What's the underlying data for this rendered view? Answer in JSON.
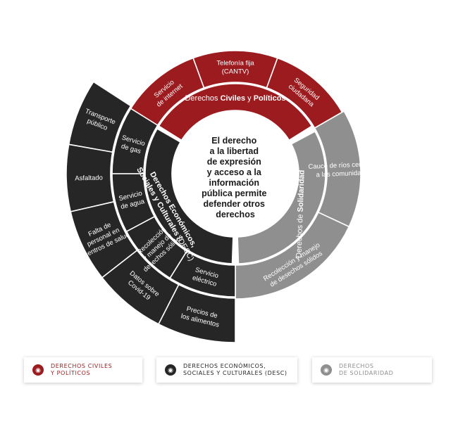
{
  "colors": {
    "red": "#9b1b1f",
    "dark": "#262626",
    "gray": "#8f8f8f",
    "white": "#ffffff"
  },
  "center": {
    "lines": [
      "El derecho",
      "a la libertad",
      "de expresión",
      "y acceso a la",
      "información",
      "pública permite",
      "defender otros",
      "derechos"
    ]
  },
  "rings": {
    "civiles": {
      "prefix": "Derechos ",
      "bold1": "Civiles",
      "mid": " y ",
      "bold2": "Políticos"
    },
    "desc": {
      "line1_bold": "Derechos Económicos,",
      "line2_bold": "Sociales y Culturales",
      "line2_rest": " (DESC)"
    },
    "solidaridad": {
      "prefix": "Derechos de ",
      "bold": "Solidaridad"
    }
  },
  "segments": {
    "civiles": [
      {
        "name": "servicio-internet",
        "lines": [
          "Servicio",
          "de internet"
        ]
      },
      {
        "name": "telefonia-fija",
        "lines": [
          "Telefonía fija",
          "(CANTV)"
        ]
      },
      {
        "name": "seguridad-ciudadana",
        "lines": [
          "Seguridad",
          "ciudadana"
        ]
      }
    ],
    "solidaridad": [
      {
        "name": "cauce-rios",
        "lines": [
          "Cauce de ríos cercanos",
          "a las comunidades"
        ]
      },
      {
        "name": "recoleccion-solidaridad",
        "lines": [
          "Recolección y manejo",
          "de desechos sólidos"
        ]
      }
    ],
    "desc_inner": [
      {
        "name": "servicio-gas",
        "lines": [
          "Servicio",
          "de gas"
        ]
      },
      {
        "name": "servicio-agua",
        "lines": [
          "Servicio",
          "de agua"
        ]
      },
      {
        "name": "recoleccion-desc",
        "lines": [
          "Recolección",
          "y manejo de",
          "desechos sólidos"
        ]
      },
      {
        "name": "servicio-electrico",
        "lines": [
          "Servicio",
          "eléctrico"
        ]
      }
    ],
    "desc_outer": [
      {
        "name": "transporte-publico",
        "lines": [
          "Transporte",
          "público"
        ]
      },
      {
        "name": "asfaltado",
        "lines": [
          "Asfaltado"
        ]
      },
      {
        "name": "falta-personal",
        "lines": [
          "Falta de",
          "personal en",
          "centros de salud"
        ]
      },
      {
        "name": "datos-covid",
        "lines": [
          "Datos sobre",
          "Covid-19"
        ]
      },
      {
        "name": "precios-alimentos",
        "lines": [
          "Precios de",
          "los alimentos"
        ]
      }
    ]
  },
  "legend": {
    "civiles": {
      "line1": "DERECHOS CIVILES",
      "line2": "Y POLÍTICOS",
      "icon": "eye-icon"
    },
    "desc": {
      "line1": "DERECHOS ECONÓMICOS,",
      "line2": "SOCIALES Y CULTURALES (DESC)",
      "icon": "eye-icon"
    },
    "solidaridad": {
      "line1": "DERECHOS",
      "line2": "DE SOLIDARIDAD",
      "icon": "eye-icon"
    }
  }
}
